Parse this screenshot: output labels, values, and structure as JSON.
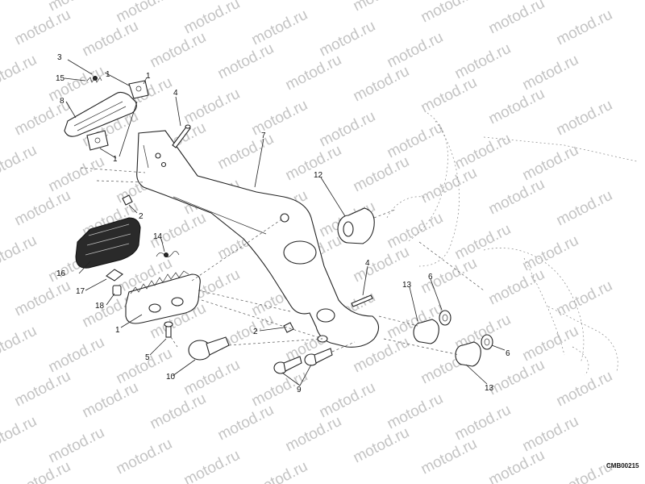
{
  "watermark": "motod.ru",
  "drawing_code": "CMB00215",
  "callouts": {
    "c1_top": "1",
    "c1_mid": "1",
    "c1_low": "1",
    "c1_left": "1",
    "c2_upper": "2",
    "c2_lower": "2",
    "c3": "3",
    "c4_upper": "4",
    "c4_lower": "4",
    "c5": "5",
    "c6_upper": "6",
    "c6_lower": "6",
    "c7": "7",
    "c8": "8",
    "c9": "9",
    "c10": "10",
    "c12": "12",
    "c13_upper": "13",
    "c13_lower": "13",
    "c14": "14",
    "c15": "15",
    "c16": "16",
    "c17": "17",
    "c18": "18"
  }
}
